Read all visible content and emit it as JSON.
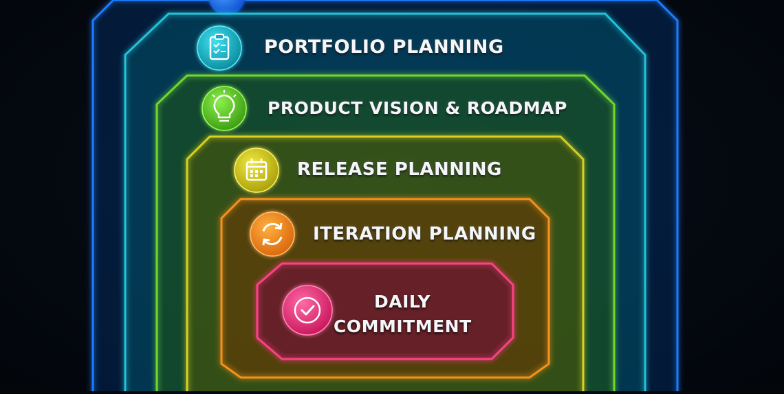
{
  "diagram": {
    "layers": [
      {
        "id": "portfolio",
        "label": "PORTFOLIO PLANNING",
        "color": "#23c2d9",
        "icon": "clipboard-checklist-icon"
      },
      {
        "id": "product-vision",
        "label": "PRODUCT VISION & ROADMAP",
        "color": "#6fd82e",
        "icon": "lightbulb-icon"
      },
      {
        "id": "release",
        "label": "RELEASE PLANNING",
        "color": "#d8d21a",
        "icon": "calendar-icon"
      },
      {
        "id": "iteration",
        "label": "ITERATION PLANNING",
        "color": "#f5921c",
        "icon": "refresh-cycle-icon"
      },
      {
        "id": "daily",
        "label_line1": "DAILY",
        "label_line2": "COMMITMENT",
        "color": "#ff3f86",
        "icon": "check-circle-icon"
      }
    ],
    "outer_color": "#1f7dff"
  }
}
